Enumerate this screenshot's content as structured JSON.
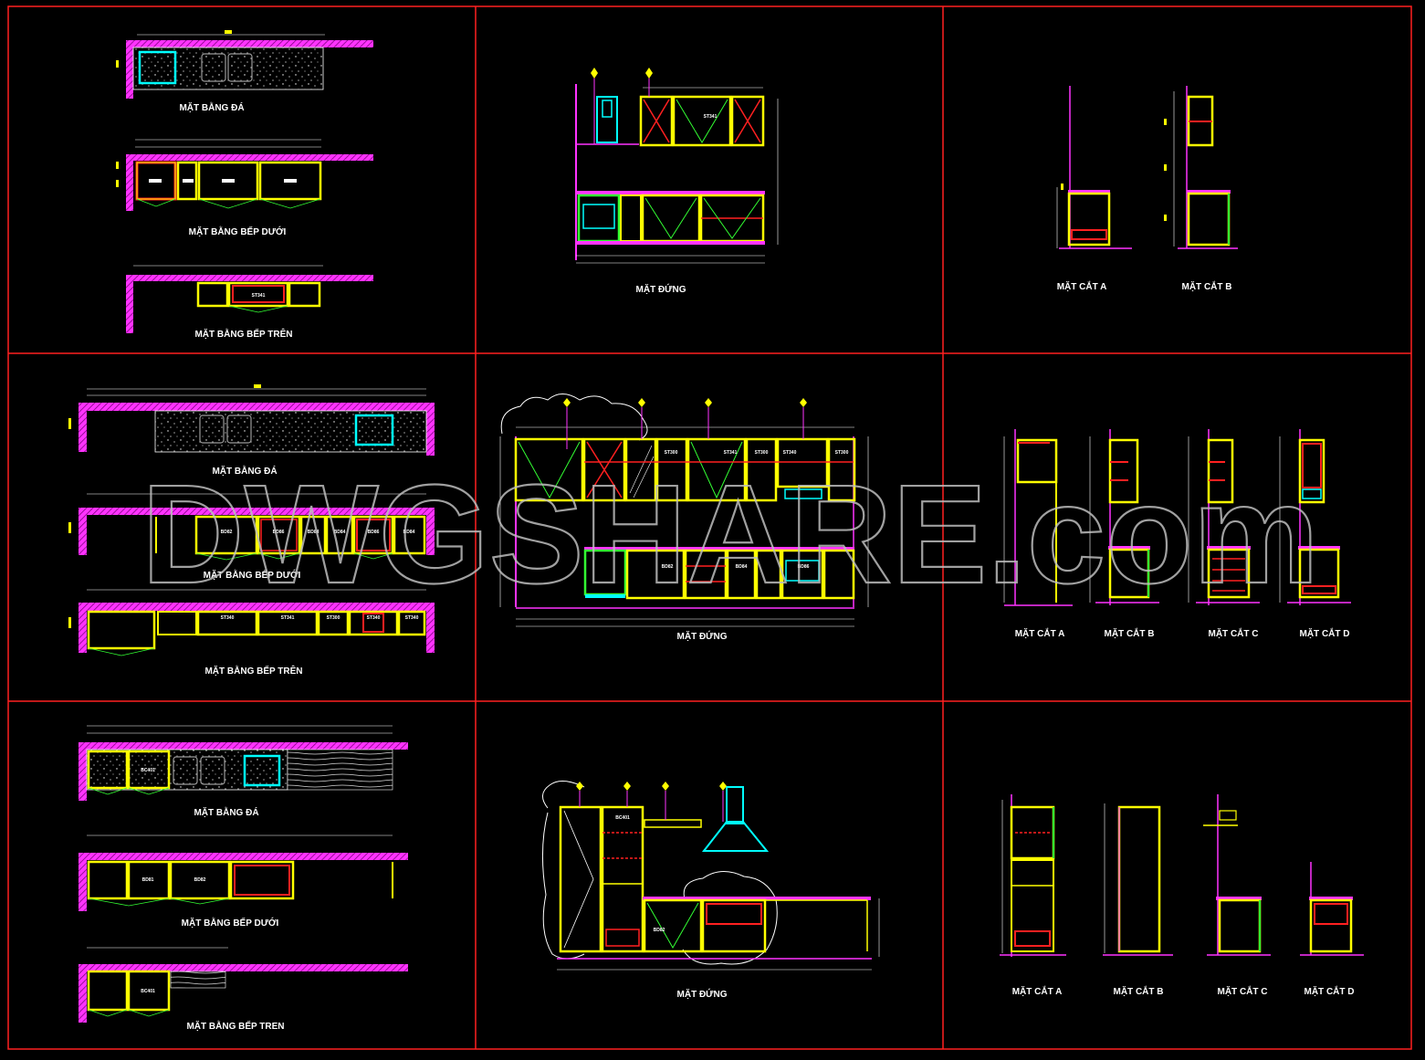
{
  "colors": {
    "background": "#000000",
    "frame": "#ff2020",
    "wall": "#ff33ff",
    "cabinet": "#ffff00",
    "door_swing": "#33ff33",
    "section_cut": "#ff2020",
    "sink": "#00ffff",
    "dimension": "#ffffff",
    "watermark": "#bdbdbd"
  },
  "watermark": {
    "text": "DWGSHARE.com"
  },
  "panels": [
    {
      "id": "p1",
      "labels": [
        "MẶT BẰNG ĐÁ",
        "MẶT BẰNG BẾP DƯỚI",
        "MẶT BẰNG BẾP TRÊN"
      ],
      "tags": [
        "ST341"
      ]
    },
    {
      "id": "p2",
      "labels": [
        "MẶT ĐỨNG"
      ],
      "tags": [
        "ST341"
      ]
    },
    {
      "id": "p3",
      "labels": [
        "MẶT CẮT A",
        "MẶT CẮT B"
      ]
    },
    {
      "id": "p4",
      "labels": [
        "MẶT BẰNG ĐÁ",
        "MẶT BẰNG BẾP DƯỚI",
        "MẶT BẰNG BẾP TRÊN"
      ],
      "tags": [
        "BD82",
        "BD86",
        "BD84",
        "BD84",
        "BD86",
        "BD84",
        "ST340",
        "ST341",
        "ST300",
        "ST340",
        "ST340"
      ]
    },
    {
      "id": "p5",
      "labels": [
        "MẶT ĐỨNG"
      ],
      "tags": [
        "ST300",
        "ST341",
        "ST300",
        "ST340",
        "ST300",
        "BD82",
        "BD84",
        "BD86"
      ]
    },
    {
      "id": "p6",
      "labels": [
        "MẶT CẮT A",
        "MẶT CẮT B",
        "MẶT CẮT C",
        "MẶT CẮT D"
      ]
    },
    {
      "id": "p7",
      "labels": [
        "MẶT BẰNG ĐÁ",
        "MẶT BẰNG BẾP DƯỚI",
        "MẶT BẰNG BẾP TREN"
      ],
      "tags": [
        "BC401",
        "BD81",
        "BD82",
        "BC401"
      ]
    },
    {
      "id": "p8",
      "labels": [
        "MẶT ĐỨNG"
      ],
      "tags": [
        "BC401",
        "BD82"
      ]
    },
    {
      "id": "p9",
      "labels": [
        "MẶT CẮT A",
        "MẶT CẮT B",
        "MẶT CẮT C",
        "MẶT CẮT D"
      ]
    }
  ]
}
